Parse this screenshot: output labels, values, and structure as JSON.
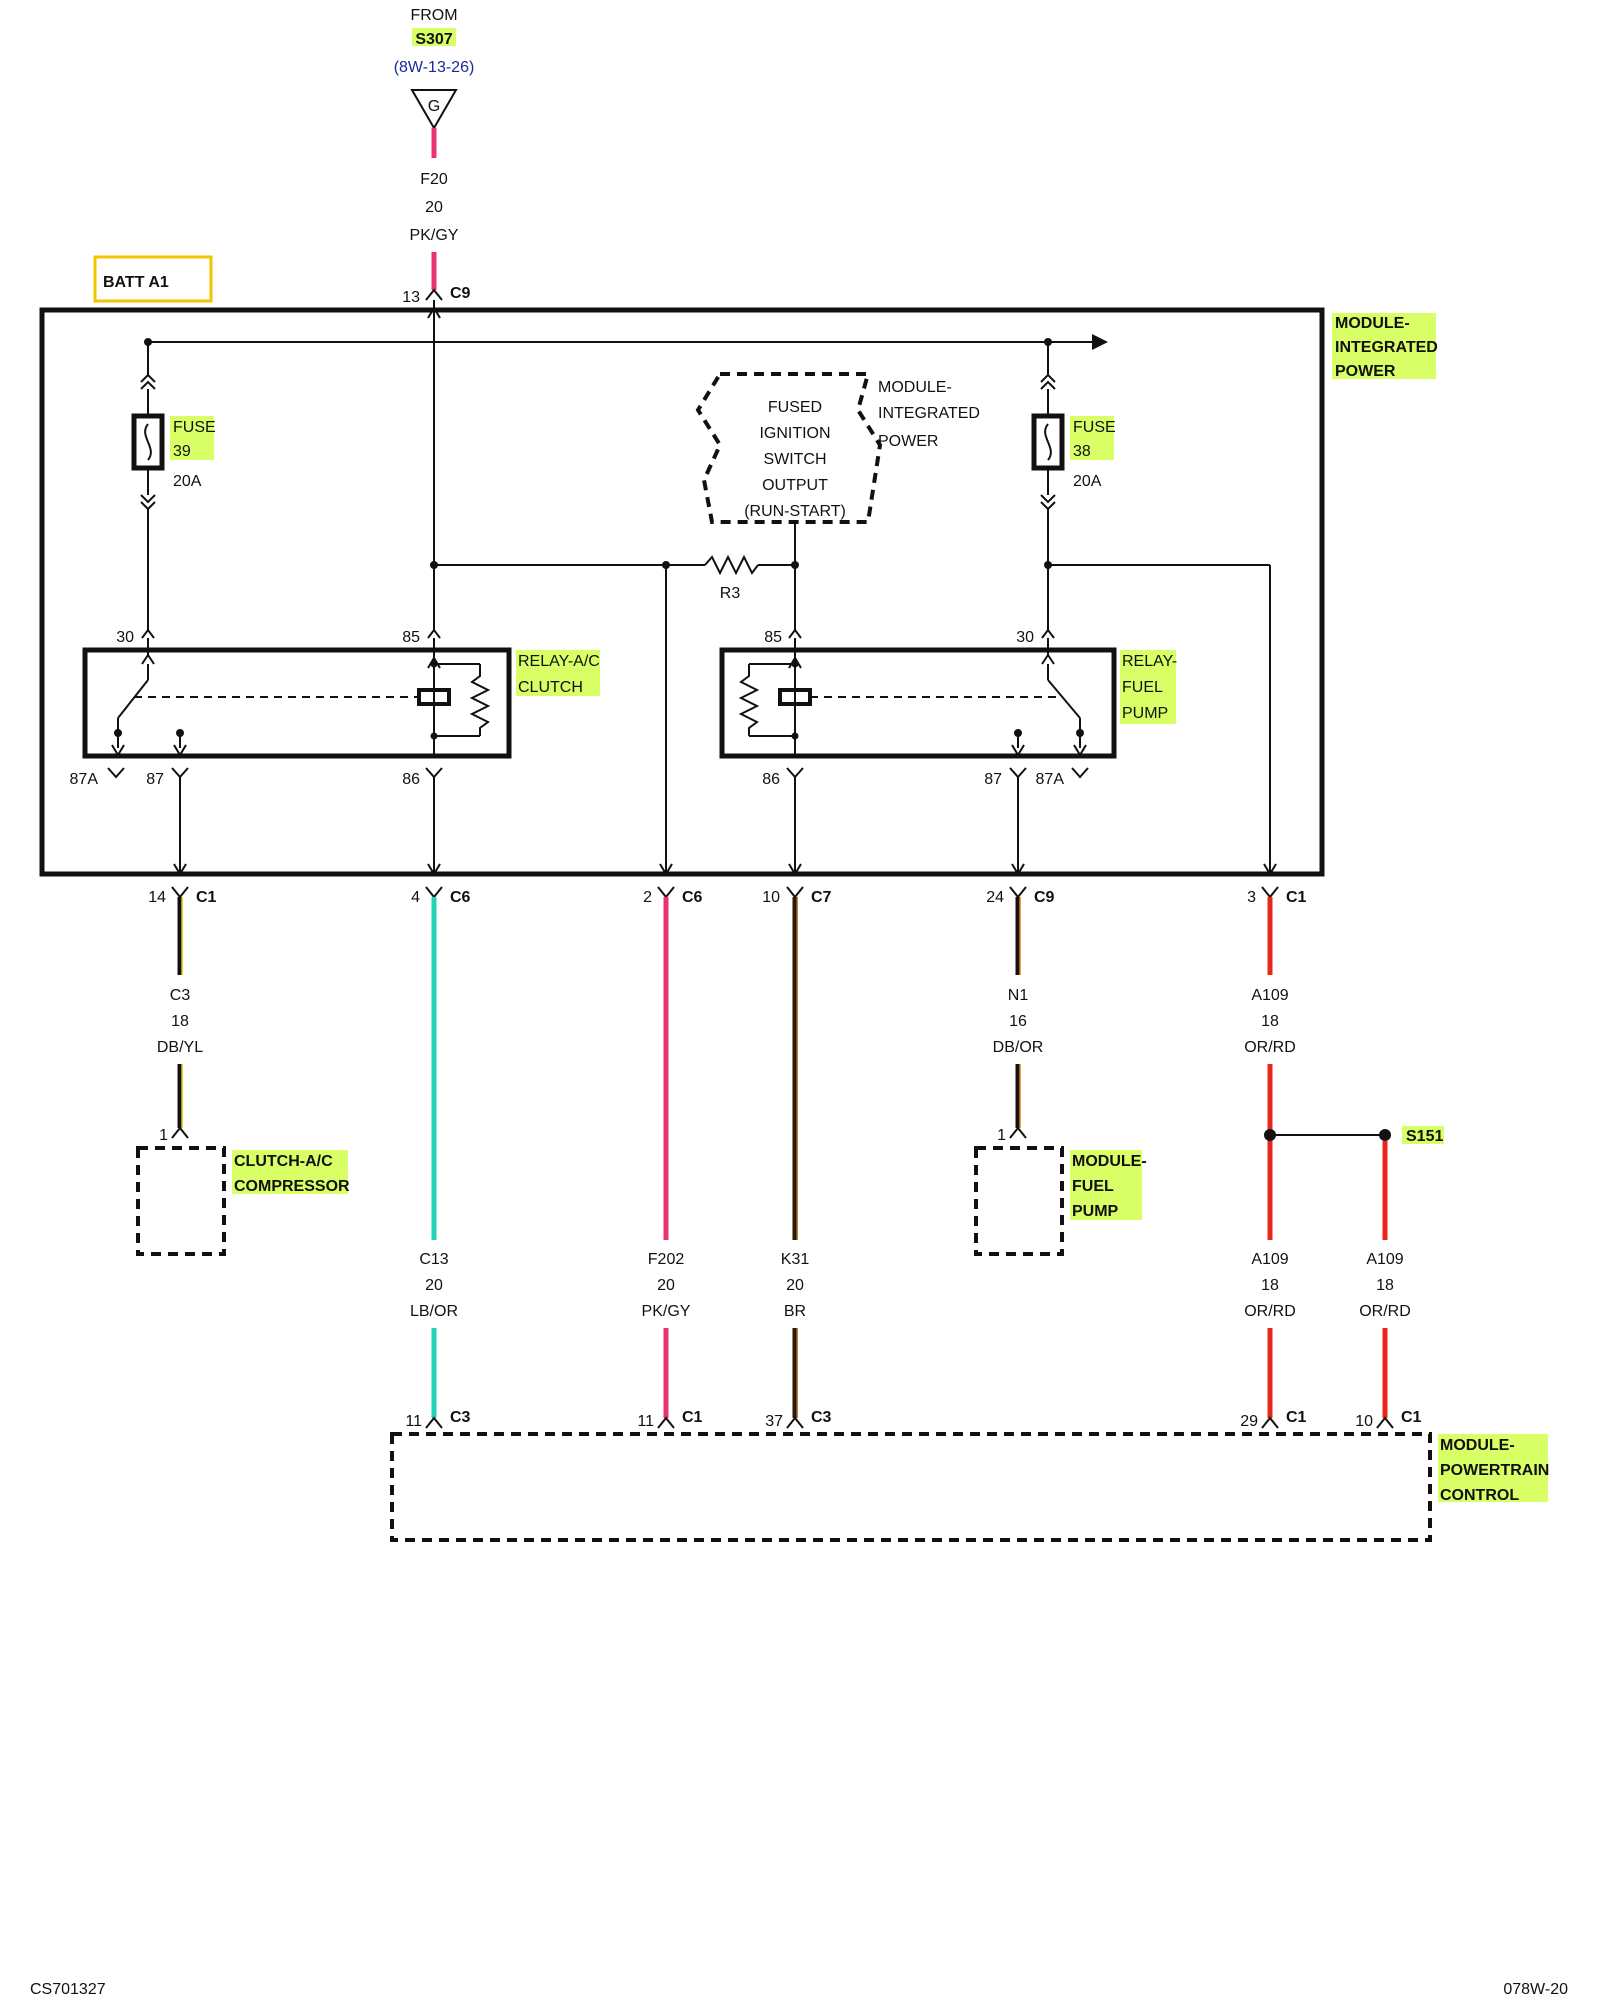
{
  "source": {
    "from": "FROM",
    "splice": "S307",
    "ref": "(8W-13-26)",
    "ground_letter": "G"
  },
  "f20": {
    "circuit": "F20",
    "gauge": "20",
    "color": "PK/GY"
  },
  "batt": "BATT A1",
  "top_pin": {
    "pin": "13",
    "conn": "C9"
  },
  "module_ipm": {
    "line1": "MODULE-",
    "line2": "INTEGRATED",
    "line3": "POWER"
  },
  "fuse39": {
    "name": "FUSE",
    "num": "39",
    "rating": "20A"
  },
  "fuse38": {
    "name": "FUSE",
    "num": "38",
    "rating": "20A"
  },
  "ignition": {
    "l1": "FUSED",
    "l2": "IGNITION",
    "l3": "SWITCH",
    "l4": "OUTPUT",
    "l5": "(RUN-START)",
    "m1": "MODULE-",
    "m2": "INTEGRATED",
    "m3": "POWER"
  },
  "resistor": "R3",
  "relay_ac": {
    "l1": "RELAY-A/C",
    "l2": "CLUTCH",
    "p30": "30",
    "p85": "85",
    "p87a": "87A",
    "p87": "87",
    "p86": "86"
  },
  "relay_fp": {
    "l1": "RELAY-",
    "l2": "FUEL",
    "l3": "PUMP",
    "p85": "85",
    "p30": "30",
    "p86": "86",
    "p87": "87",
    "p87a": "87A"
  },
  "connectors": [
    {
      "pin": "14",
      "conn": "C1"
    },
    {
      "pin": "4",
      "conn": "C6"
    },
    {
      "pin": "2",
      "conn": "C6"
    },
    {
      "pin": "10",
      "conn": "C7"
    },
    {
      "pin": "24",
      "conn": "C9"
    },
    {
      "pin": "3",
      "conn": "C1"
    }
  ],
  "wires_mid": [
    {
      "circuit": "C3",
      "gauge": "18",
      "color": "DB/YL"
    },
    {
      "circuit": "N1",
      "gauge": "16",
      "color": "DB/OR"
    },
    {
      "circuit": "A109",
      "gauge": "18",
      "color": "OR/RD"
    }
  ],
  "clutch": {
    "pin": "1",
    "l1": "CLUTCH-A/C",
    "l2": "COMPRESSOR"
  },
  "fuel_pump": {
    "pin": "1",
    "l1": "MODULE-",
    "l2": "FUEL",
    "l3": "PUMP"
  },
  "splice_s151": "S151",
  "wires_low": [
    {
      "circuit": "C13",
      "gauge": "20",
      "color": "LB/OR"
    },
    {
      "circuit": "F202",
      "gauge": "20",
      "color": "PK/GY"
    },
    {
      "circuit": "K31",
      "gauge": "20",
      "color": "BR"
    },
    {
      "circuit": "A109",
      "gauge": "18",
      "color": "OR/RD"
    },
    {
      "circuit": "A109",
      "gauge": "18",
      "color": "OR/RD"
    }
  ],
  "pcm_pins": [
    {
      "pin": "11",
      "conn": "C3"
    },
    {
      "pin": "11",
      "conn": "C1"
    },
    {
      "pin": "37",
      "conn": "C3"
    },
    {
      "pin": "29",
      "conn": "C1"
    },
    {
      "pin": "10",
      "conn": "C1"
    }
  ],
  "pcm": {
    "l1": "MODULE-",
    "l2": "POWERTRAIN",
    "l3": "CONTROL"
  },
  "footer": {
    "left": "CS701327",
    "right": "078W-20"
  },
  "colors": {
    "pink": "#e8336f",
    "cyan": "#21d3b7",
    "red": "#e8261b",
    "brown": "#2a1a08",
    "highlight": "#d9ff66",
    "batt_border": "#f2c500"
  }
}
